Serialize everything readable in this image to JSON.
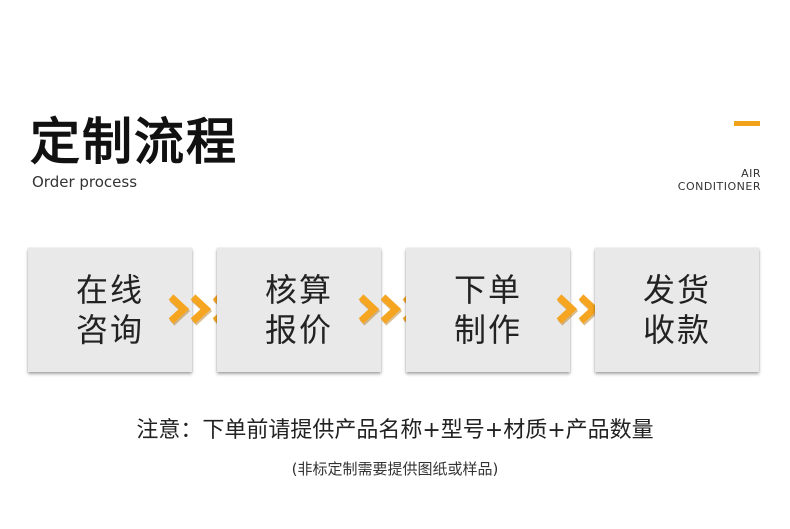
{
  "header": {
    "title": "定制流程",
    "subtitle": "Order process",
    "tag_line1": "AIR",
    "tag_line2": "CONDITIONER",
    "accent_color": "#f0a21a"
  },
  "steps": [
    {
      "line1": "在线",
      "line2": "咨询"
    },
    {
      "line1": "核算",
      "line2": "报价"
    },
    {
      "line1": "下单",
      "line2": "制作"
    },
    {
      "line1": "发货",
      "line2": "收款"
    }
  ],
  "arrow_icon": "triple-chevron-right-icon",
  "arrow_colors": {
    "main": "#f5a520",
    "shadow": "#b07010"
  },
  "note": {
    "main": "注意：下单前请提供产品名称+型号+材质+产品数量",
    "sub": "(非标定制需要提供图纸或样品)"
  }
}
